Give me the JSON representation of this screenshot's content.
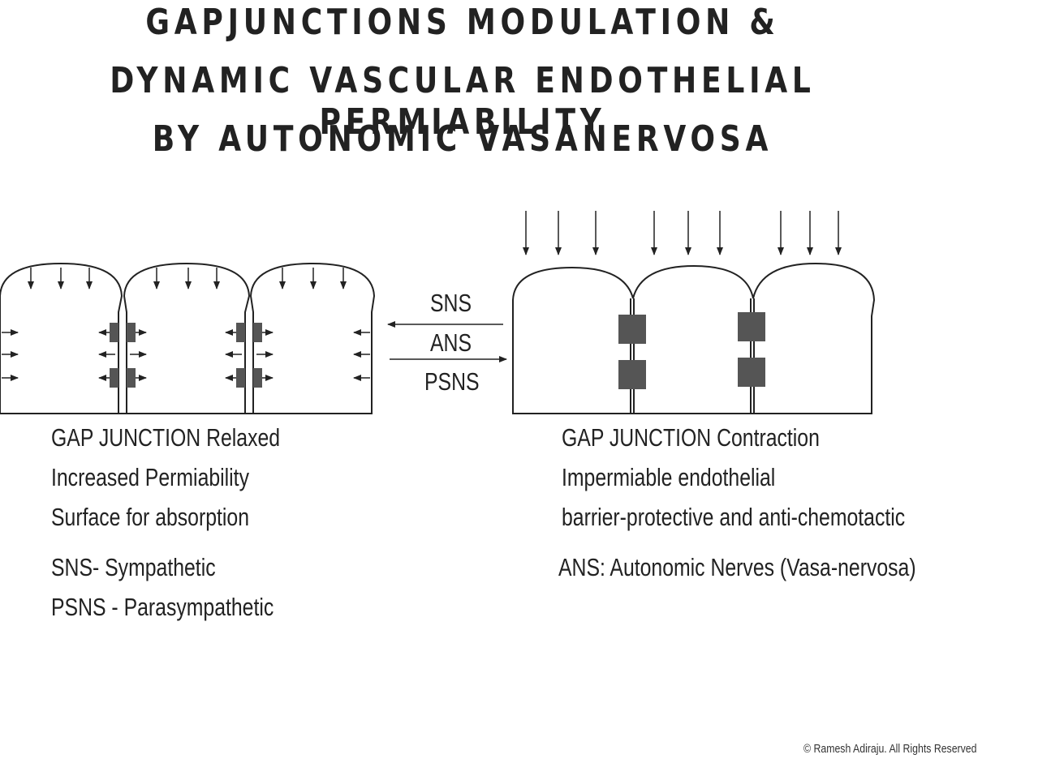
{
  "title": {
    "line1": "GAPJUNCTIONS MODULATION &",
    "line2": "DYNAMIC VASCULAR ENDOTHELIAL PERMIABILITY",
    "line3": "BY AUTONOMIC VASANERVOSA"
  },
  "arrows_labels": {
    "sns": "SNS",
    "ans": "ANS",
    "psns": "PSNS"
  },
  "left_panel": {
    "line1": "GAP JUNCTION Relaxed",
    "line2": "Increased Permiability",
    "line3": "Surface for absorption",
    "line4": "SNS- Sympathetic",
    "line5": "PSNS - Parasympathetic"
  },
  "right_panel": {
    "line1": "GAP JUNCTION Contraction",
    "line2": "Impermiable endothelial",
    "line3": "barrier-protective and anti-chemotactic",
    "line4": "ANS: Autonomic Nerves (Vasa-nervosa)"
  },
  "copyright": "© Ramesh Adiraju. All Rights Reserved",
  "colors": {
    "ink": "#222222",
    "junction": "#555555"
  }
}
